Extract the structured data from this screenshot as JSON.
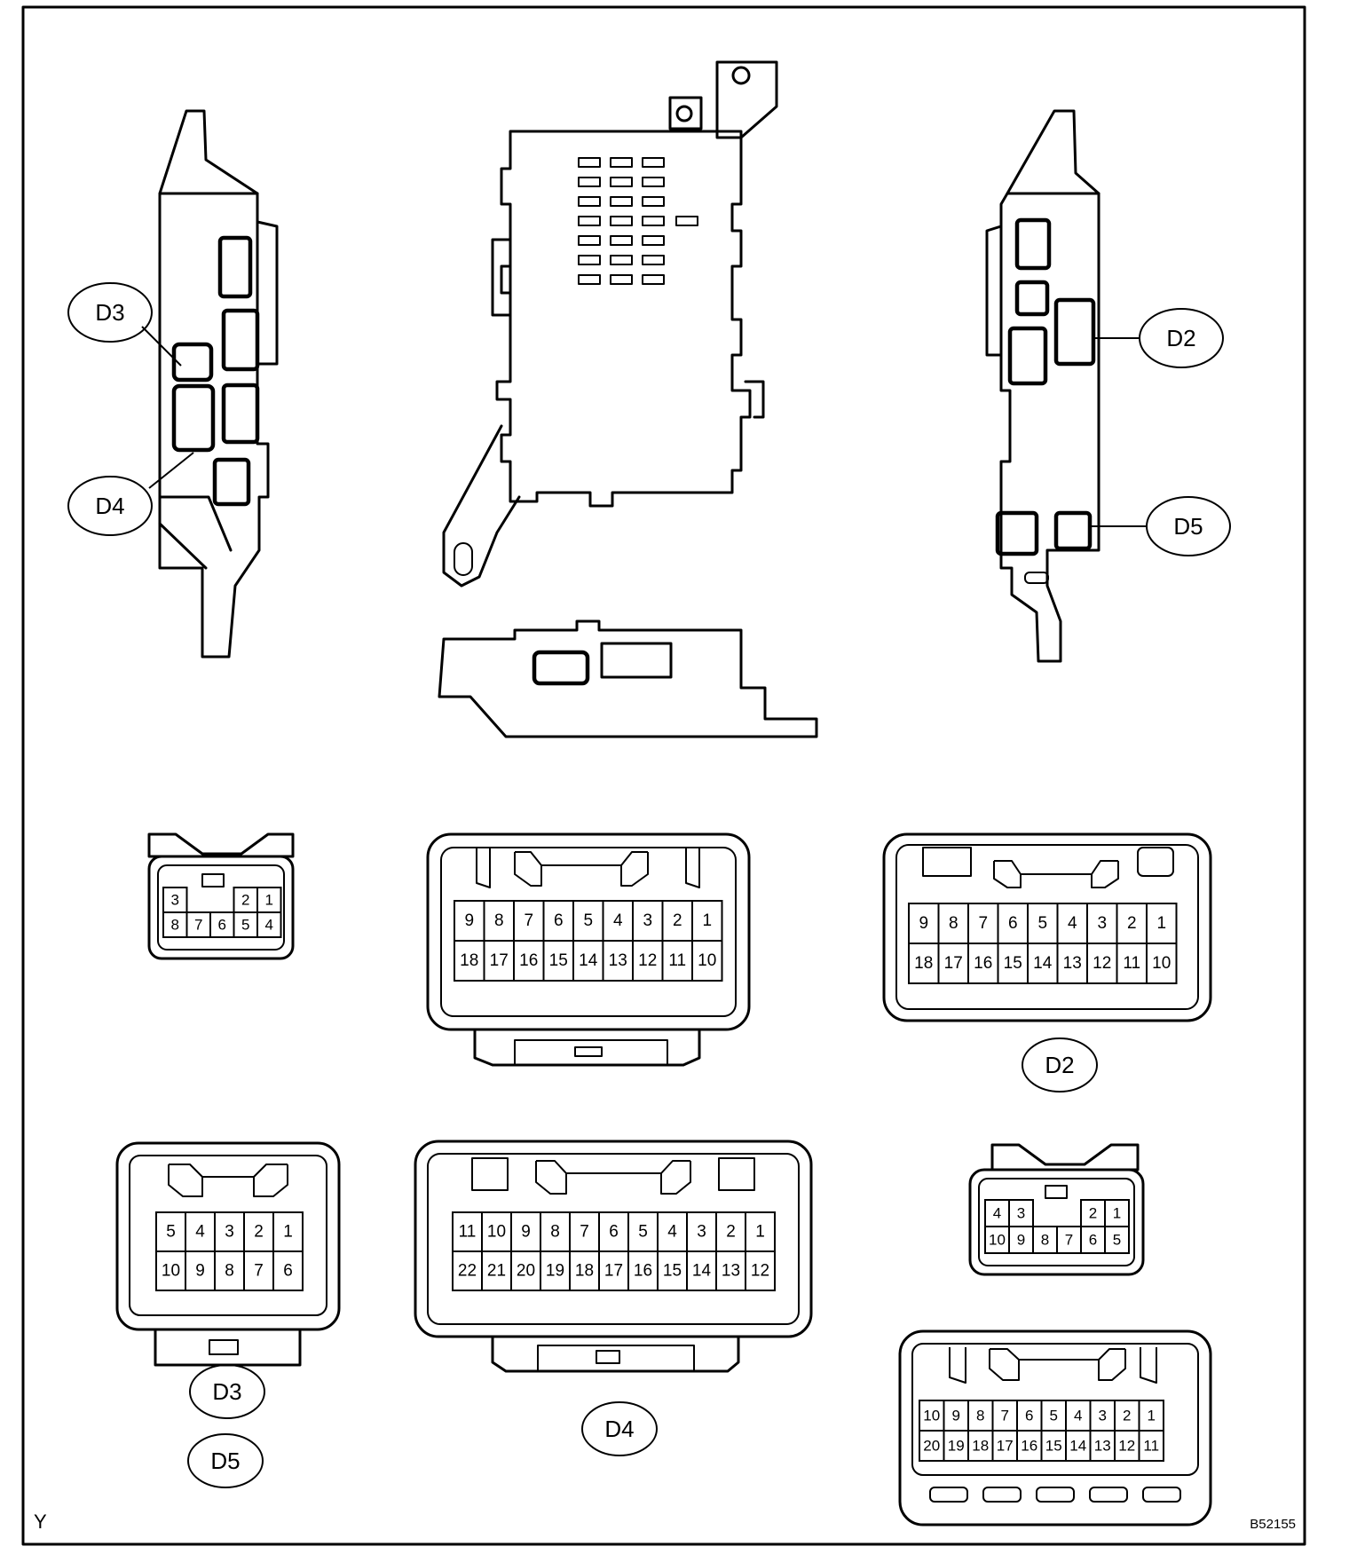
{
  "callouts": {
    "top_d3": "D3",
    "top_d4": "D4",
    "top_d2": "D2",
    "top_d5": "D5",
    "d2": "D2",
    "d3": "D3",
    "d5": "D5",
    "d4": "D4"
  },
  "corner_mark": "Y",
  "figure_code": "B52155",
  "connectors": {
    "c_8pin": {
      "row1": [
        "3",
        "",
        "",
        "2",
        "1"
      ],
      "row2": [
        "8",
        "7",
        "6",
        "5",
        "4"
      ]
    },
    "c_18pin_a": {
      "row1": [
        "9",
        "8",
        "7",
        "6",
        "5",
        "4",
        "3",
        "2",
        "1"
      ],
      "row2": [
        "18",
        "17",
        "16",
        "15",
        "14",
        "13",
        "12",
        "11",
        "10"
      ]
    },
    "c_d2": {
      "row1": [
        "9",
        "8",
        "7",
        "6",
        "5",
        "4",
        "3",
        "2",
        "1"
      ],
      "row2": [
        "18",
        "17",
        "16",
        "15",
        "14",
        "13",
        "12",
        "11",
        "10"
      ]
    },
    "c_d3d5": {
      "row1": [
        "5",
        "4",
        "3",
        "2",
        "1"
      ],
      "row2": [
        "10",
        "9",
        "8",
        "7",
        "6"
      ]
    },
    "c_d4": {
      "row1": [
        "11",
        "10",
        "9",
        "8",
        "7",
        "6",
        "5",
        "4",
        "3",
        "2",
        "1"
      ],
      "row2": [
        "22",
        "21",
        "20",
        "19",
        "18",
        "17",
        "16",
        "15",
        "14",
        "13",
        "12"
      ]
    },
    "c_10pin": {
      "row1": [
        "4",
        "3",
        "",
        "",
        "2",
        "1"
      ],
      "row2": [
        "10",
        "9",
        "8",
        "7",
        "6",
        "5"
      ]
    },
    "c_20pin": {
      "row1": [
        "10",
        "9",
        "8",
        "7",
        "6",
        "5",
        "4",
        "3",
        "2",
        "1"
      ],
      "row2": [
        "20",
        "19",
        "18",
        "17",
        "16",
        "15",
        "14",
        "13",
        "12",
        "11"
      ]
    }
  }
}
